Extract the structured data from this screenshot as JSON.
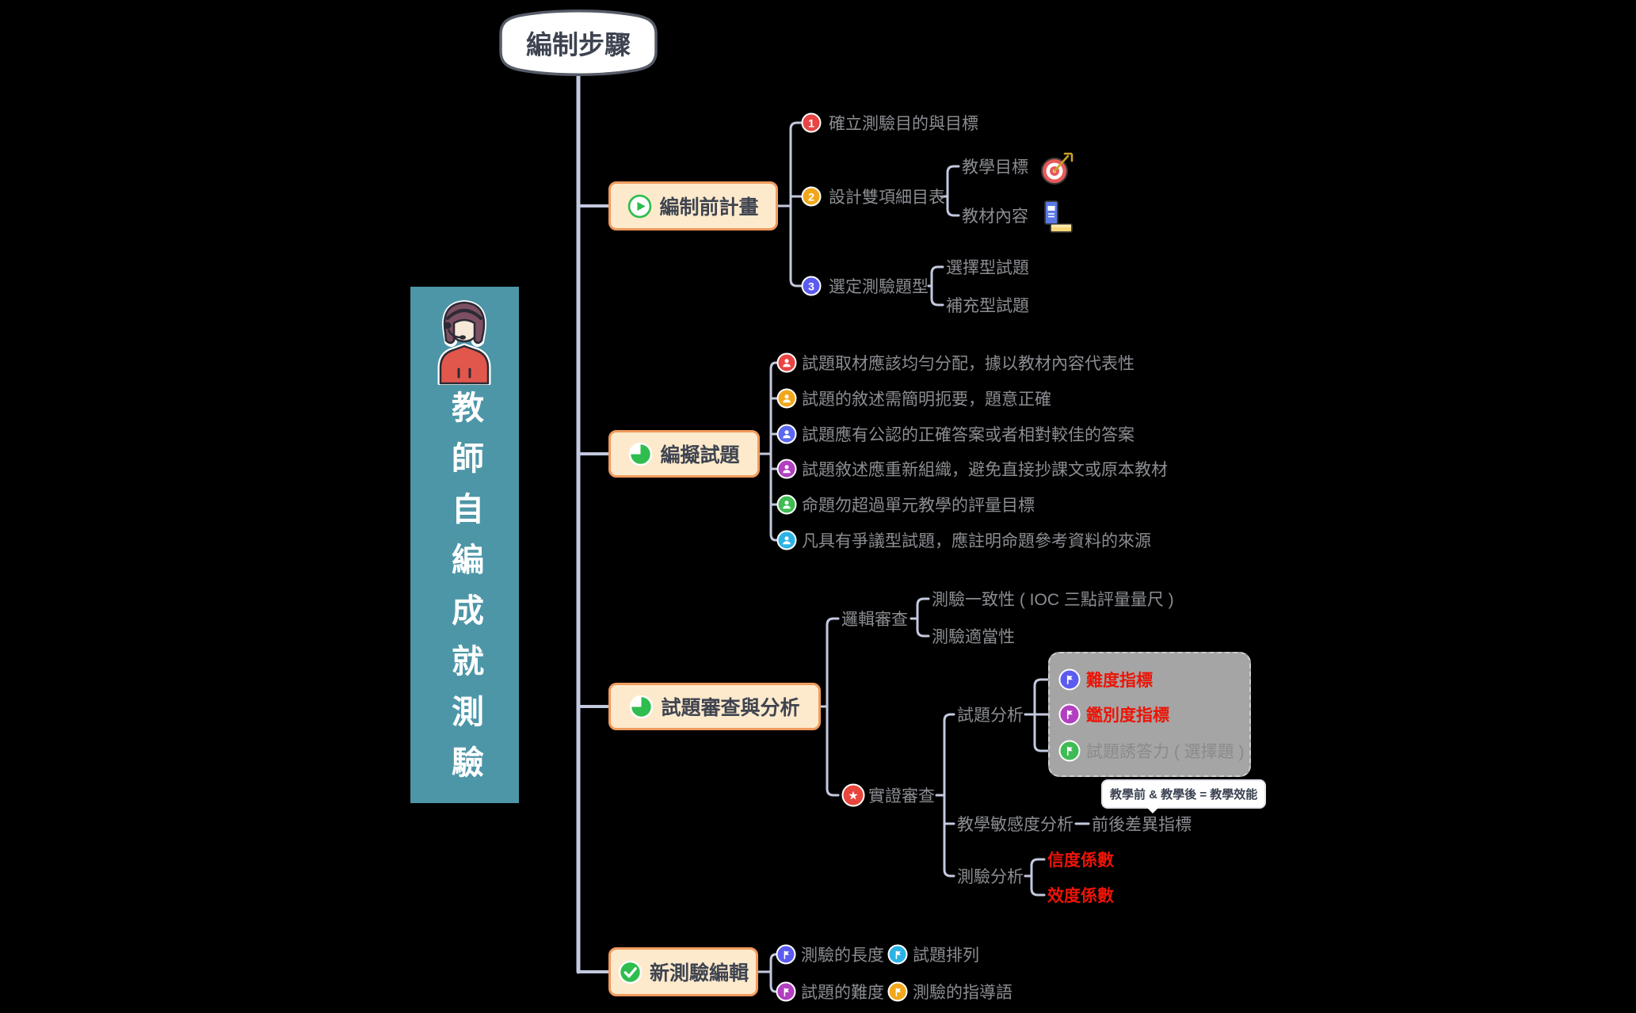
{
  "colors": {
    "background": "#000000",
    "connector_line": "#c3c9de",
    "topic_box_fill": "#fdeacc",
    "topic_box_border": "#f09a5d",
    "topic_text": "#3f4450",
    "child_text_gray": "#8b8d92",
    "emphasis_red": "#ec1407",
    "teal_panel": "#4d96a8",
    "summary_panel_gray": "#a5a5a5",
    "icon_green": "#2ebd4e",
    "badge_red": "#e84444",
    "badge_amber": "#f2a71b",
    "badge_blue": "#5b5bf0",
    "badge_purple": "#b13fc0",
    "badge_green": "#3fbb54",
    "badge_cyan": "#2cb3e6"
  },
  "root": {
    "label": "編制步驟"
  },
  "side": {
    "title": "教師自編成就測驗",
    "avatar": "teacher-with-headset-avatar"
  },
  "plan": {
    "label": "編制前計畫",
    "icon": "play-icon",
    "steps": [
      {
        "num": "1",
        "label": "確立測驗目的與目標",
        "badge_color": "#e84444"
      },
      {
        "num": "2",
        "label": "設計雙項細目表",
        "badge_color": "#f2a71b"
      },
      {
        "num": "3",
        "label": "選定測驗題型",
        "badge_color": "#5b5bf0"
      }
    ],
    "design_children": [
      {
        "label": "教學目標",
        "icon": "target-icon"
      },
      {
        "label": "教材內容",
        "icon": "books-icon"
      }
    ],
    "type_children": [
      {
        "label": "選擇型試題"
      },
      {
        "label": "補充型試題"
      }
    ]
  },
  "draft": {
    "label": "編擬試題",
    "icon": "pie-icon",
    "items": [
      {
        "label": "試題取材應該均勻分配，據以教材內容代表性",
        "icon": "user-icon",
        "badge_color": "#e84444"
      },
      {
        "label": "試題的敘述需簡明扼要，題意正確",
        "icon": "user-icon",
        "badge_color": "#f2a71b"
      },
      {
        "label": "試題應有公認的正確答案或者相對較佳的答案",
        "icon": "user-icon",
        "badge_color": "#5b68f0"
      },
      {
        "label": "試題敘述應重新組織，避免直接抄課文或原本教材",
        "icon": "user-icon",
        "badge_color": "#b13fc0"
      },
      {
        "label": "命題勿超過單元教學的評量目標",
        "icon": "user-icon",
        "badge_color": "#3fbb54"
      },
      {
        "label": "凡具有爭議型試題，應註明命題參考資料的來源",
        "icon": "user-icon",
        "badge_color": "#2cb3e6"
      }
    ]
  },
  "review": {
    "label": "試題審查與分析",
    "icon": "pie-icon",
    "logic": {
      "label": "邏輯審查",
      "children": [
        {
          "label": "測驗一致性 ( IOC 三點評量量尺 )"
        },
        {
          "label": "測驗適當性"
        }
      ]
    },
    "empirical": {
      "label": "實證審查",
      "icon": "star-icon",
      "item_analysis": {
        "label": "試題分析",
        "indicators": [
          {
            "label": "難度指標",
            "emphasis": "red",
            "icon": "flag-icon",
            "badge_color": "#5b5bf0"
          },
          {
            "label": "鑑別度指標",
            "emphasis": "red",
            "icon": "flag-icon",
            "badge_color": "#b13fc0"
          },
          {
            "label": "試題誘答力 ( 選擇題 )",
            "emphasis": "gray",
            "icon": "flag-icon",
            "badge_color": "#3fbb54"
          }
        ]
      },
      "note": {
        "text": "教學前 & 教學後 = 教學效能"
      },
      "sensitivity": {
        "label": "教學敏感度分析",
        "child": {
          "label": "前後差異指標"
        }
      },
      "test_analysis": {
        "label": "測驗分析",
        "children": [
          {
            "label": "信度係數",
            "emphasis": "red"
          },
          {
            "label": "效度係數",
            "emphasis": "red"
          }
        ]
      }
    }
  },
  "edit": {
    "label": "新測驗編輯",
    "icon": "check-icon",
    "items": [
      {
        "label": "測驗的長度",
        "icon": "flag-icon",
        "badge_color": "#5b5bf0"
      },
      {
        "label": "試題排列",
        "icon": "flag-icon",
        "badge_color": "#2cb3e6"
      },
      {
        "label": "試題的難度",
        "icon": "flag-icon",
        "badge_color": "#b13fc0"
      },
      {
        "label": "測驗的指導語",
        "icon": "flag-icon",
        "badge_color": "#f2a71b"
      }
    ]
  }
}
